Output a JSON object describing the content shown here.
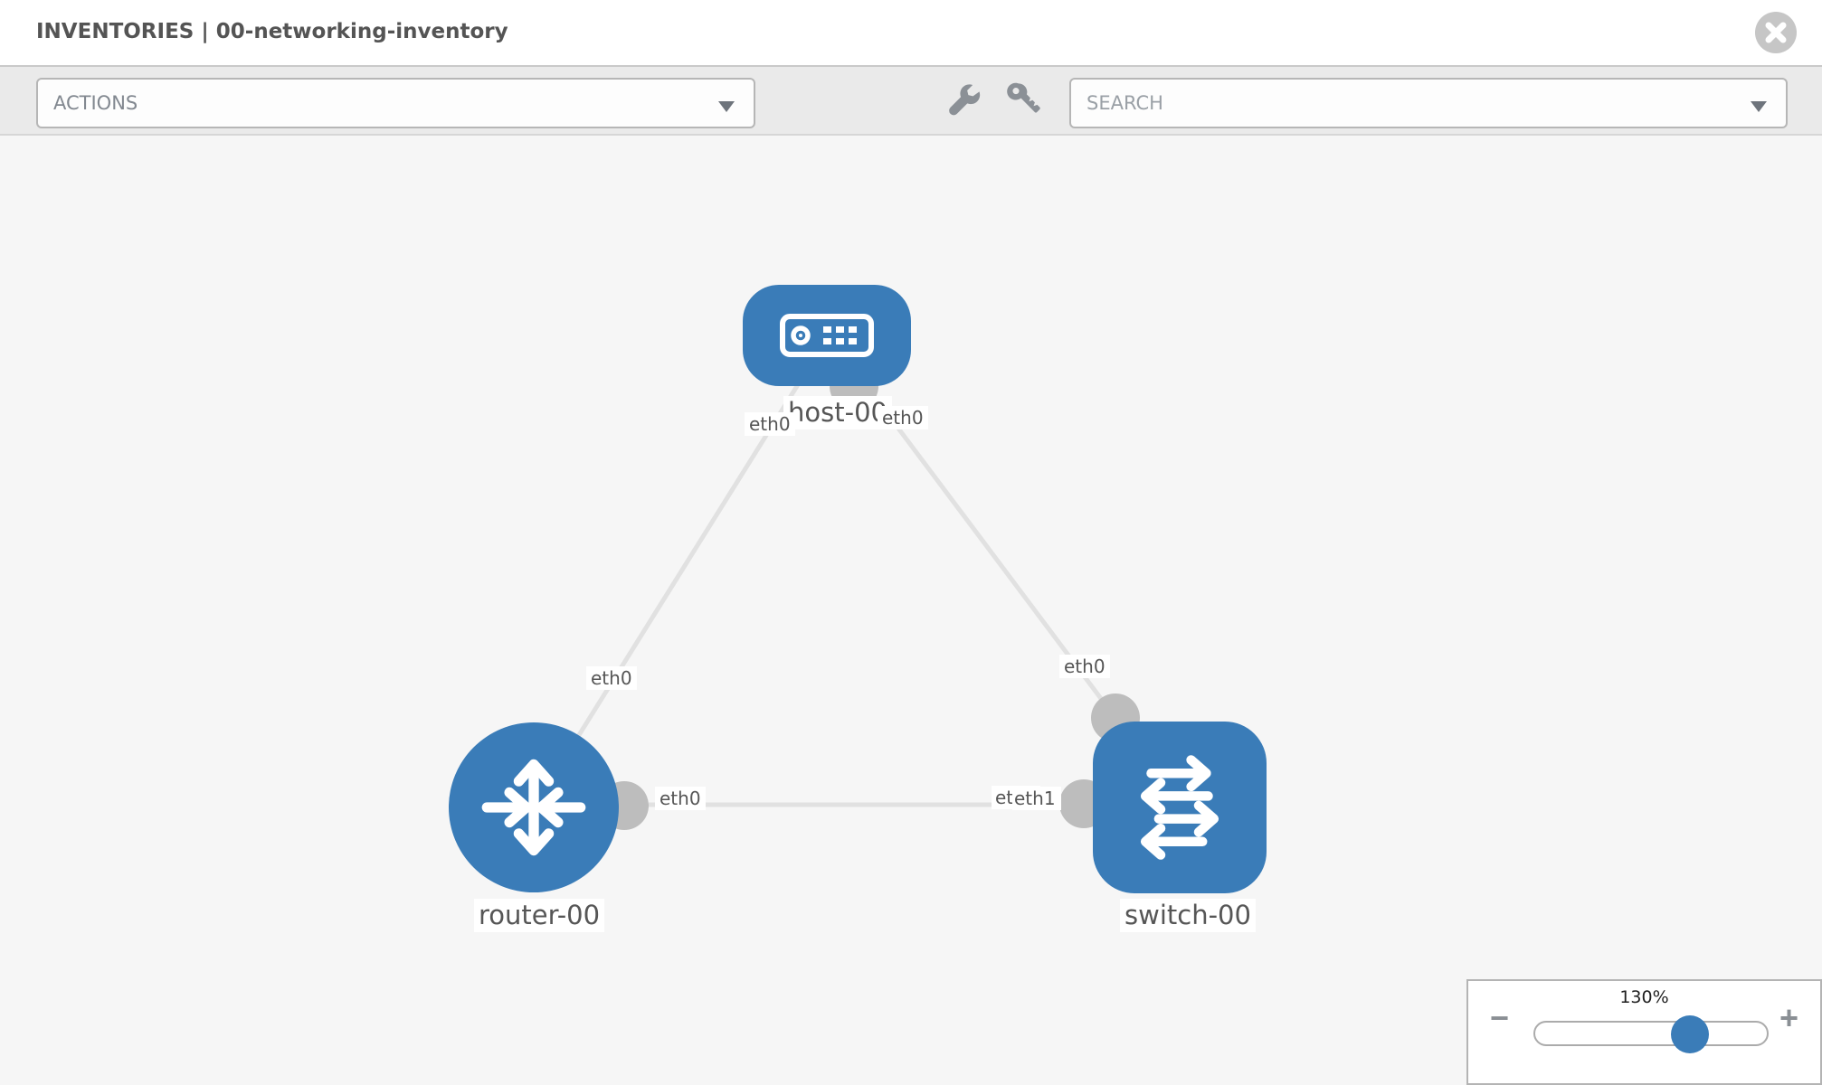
{
  "header": {
    "title": "INVENTORIES | 00-networking-inventory"
  },
  "toolbar": {
    "actions_label": "ACTIONS",
    "search_placeholder": "SEARCH",
    "icons": [
      "wrench-icon",
      "key-icon"
    ]
  },
  "topology": {
    "nodes": [
      {
        "id": "host-00",
        "type": "host",
        "label": "host-00"
      },
      {
        "id": "router-00",
        "type": "router",
        "label": "router-00"
      },
      {
        "id": "switch-00",
        "type": "switch",
        "label": "switch-00"
      }
    ],
    "interface_labels": {
      "host_left": "eth0",
      "host_right": "eth0",
      "link_host_router_mid": "eth0",
      "link_host_switch_mid": "eth0",
      "router_side": "eth0",
      "switch_side_under": "eth0",
      "switch_side_over": "eth1"
    }
  },
  "zoom_control": {
    "level": "130%",
    "minus_label": "−",
    "plus_label": "+"
  },
  "colors": {
    "node_blue": "#3a7cb8",
    "link_gray": "#e1e1e1",
    "port_gray": "#bdbdbd",
    "canvas_bg": "#f6f6f6"
  }
}
